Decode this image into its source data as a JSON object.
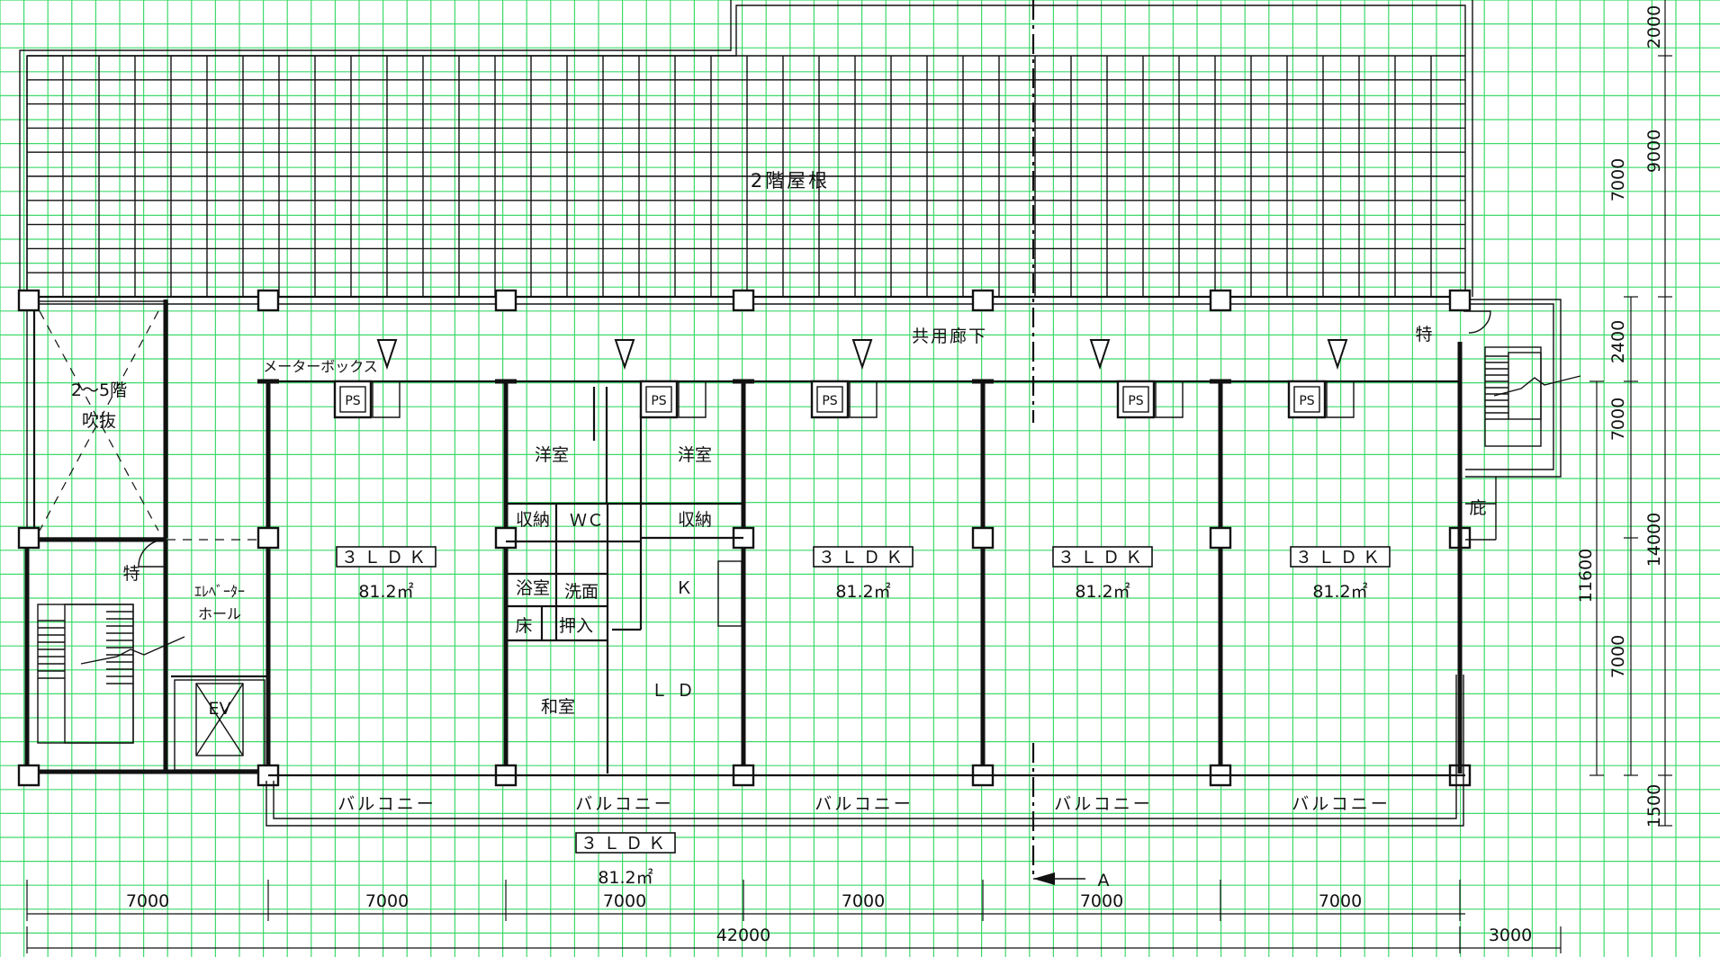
{
  "title": "2階屋根",
  "corridor": "共用廊下",
  "meter_box": "メーターボックス",
  "atrium": [
    "2～5階",
    "吹抜"
  ],
  "elevator_hall": [
    "ｴﾚﾍﾞｰﾀｰ",
    "ホール"
  ],
  "ev": "EV",
  "toku": "特",
  "hisashi": "庇",
  "ps": "PS",
  "unit_type": "３ＬＤＫ",
  "unit_area": "81.2㎡",
  "balcony": "バルコニー",
  "rooms": {
    "yoshitsu": "洋室",
    "shuno": "収納",
    "wc": "ＷＣ",
    "yokushitsu": "浴室",
    "senmen": "洗面",
    "toko": "床",
    "oshiire": "押入",
    "washitsu": "和室",
    "k": "Ｋ",
    "ld": "ＬＤ"
  },
  "section_mark": "A",
  "dimensions": {
    "bottom_bays": [
      "7000",
      "7000",
      "7000",
      "7000",
      "7000",
      "7000"
    ],
    "bottom_total": "42000",
    "bottom_stair": "3000",
    "right_inner": [
      "2400",
      "7000",
      "7000",
      "7000"
    ],
    "right_inner_total": "11600",
    "right_outer": [
      "2000",
      "9000",
      "14000",
      "1500"
    ]
  }
}
